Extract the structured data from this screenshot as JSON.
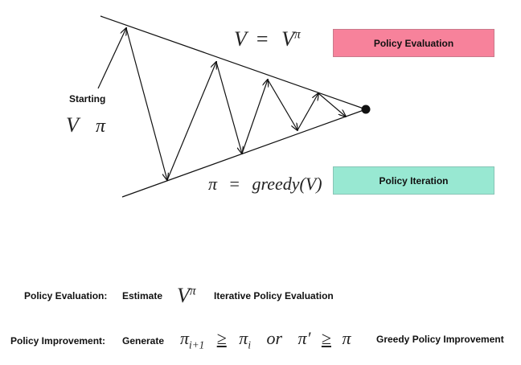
{
  "diagram": {
    "starting_label": "Starting",
    "start_v": "V",
    "start_pi": "π",
    "top_equation": {
      "lhs": "V",
      "eq": "=",
      "rhs": "V",
      "rhs_sup": "π"
    },
    "bottom_equation": {
      "lhs": "π",
      "eq": "=",
      "rhs": "greedy(V)"
    },
    "policy_evaluation_box": {
      "label": "Policy Evaluation",
      "color": "#f7829b"
    },
    "policy_iteration_box": {
      "label": "Policy Iteration",
      "color": "#98e8d2"
    }
  },
  "legend": {
    "evaluation": {
      "label": "Policy Evaluation:",
      "action": "Estimate",
      "math": "V",
      "math_sup": "π",
      "method": "Iterative Policy Evaluation"
    },
    "improvement": {
      "label": "Policy Improvement:",
      "action": "Generate",
      "math_pi": "π",
      "math_sub1": "i+1",
      "math_geq": "≥",
      "math_pi2": "π",
      "math_sub2": "i",
      "math_or": "or",
      "math_pi3": "π′",
      "math_geq2": "≥",
      "math_pi4": "π",
      "method": "Greedy Policy Improvement"
    }
  }
}
